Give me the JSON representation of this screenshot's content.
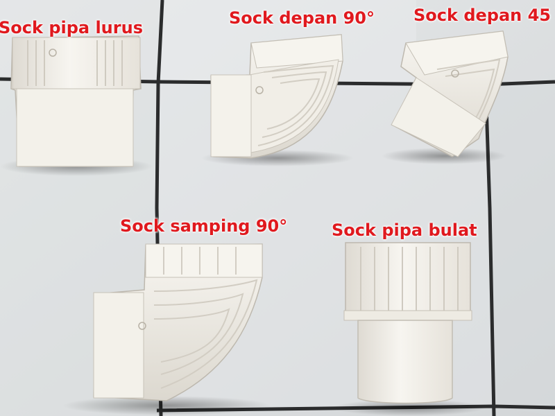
{
  "labels": {
    "straight": "Sock pipa lurus",
    "front_90": "Sock depan 90°",
    "front_45": "Sock depan 45",
    "side_90": "Sock samping 90°",
    "round": "Sock pipa bulat"
  },
  "colors": {
    "label_text": "#e0191e",
    "tile": "#dfe1e3",
    "grout": "#2c2d2e",
    "pvc": "#f4f2ec"
  }
}
